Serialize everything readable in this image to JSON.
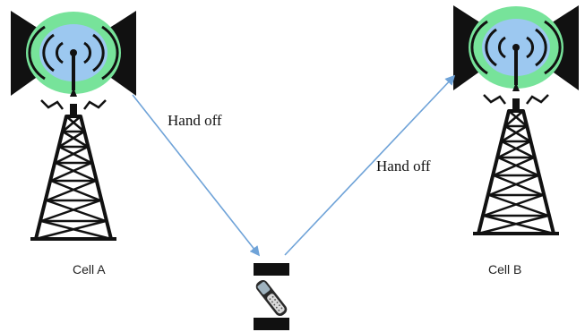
{
  "cells": [
    {
      "id": "cell-a",
      "label": "Cell A"
    },
    {
      "id": "cell-b",
      "label": "Cell B"
    }
  ],
  "handoffs": [
    {
      "label": "Hand off",
      "from": "cell-a",
      "to": "mobile"
    },
    {
      "label": "Hand off",
      "from": "mobile",
      "to": "cell-b"
    }
  ],
  "colors": {
    "arrow": "#6fa3d8",
    "tower": "#111111",
    "panel": "#111111",
    "wave_outer": "#77e39a",
    "wave_inner": "#9cc8f0"
  },
  "icons": {
    "tower": "cell-tower-icon",
    "mobile": "mobile-phone-icon"
  }
}
